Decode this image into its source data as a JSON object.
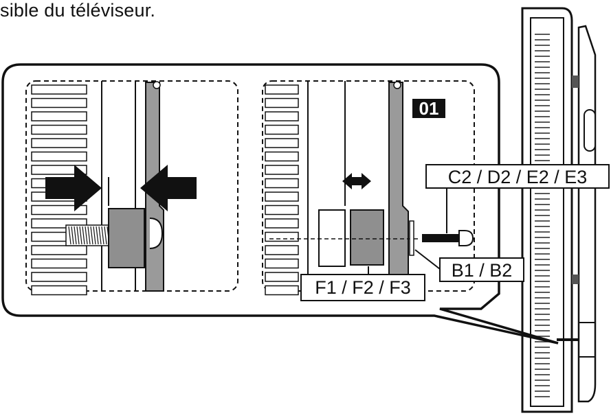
{
  "caption": "sible du téléviseur.",
  "part_labels": {
    "bolts": "C2 / D2 / E2 / E3",
    "washers": "B1 / B2",
    "spacers": "F1 / F2 / F3"
  },
  "step_badge": "01",
  "colors": {
    "stroke": "#111111",
    "metal": "#9a9a9a",
    "spacer": "#8f8f8f",
    "background": "#ffffff"
  }
}
